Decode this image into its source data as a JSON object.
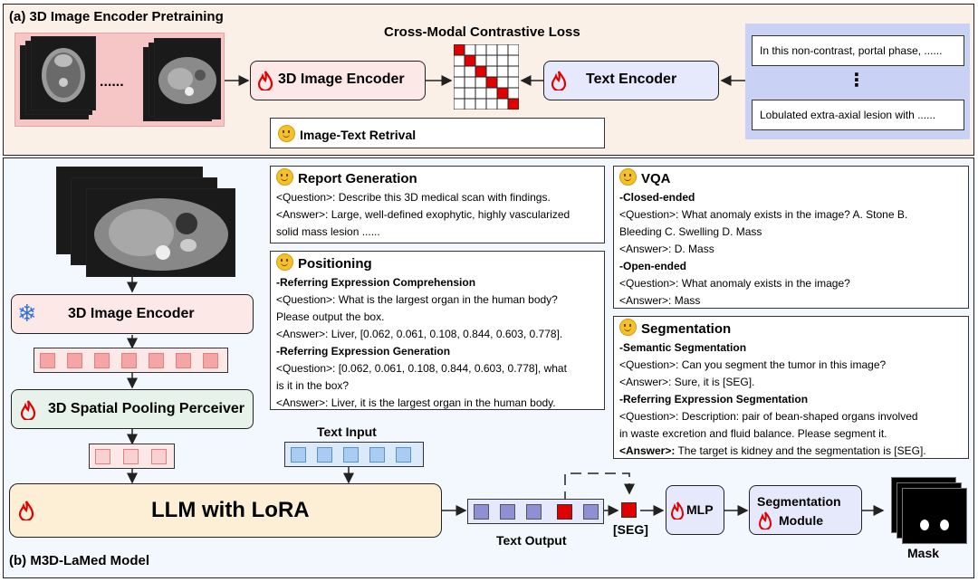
{
  "panel_a": {
    "title": "(a) 3D Image Encoder Pretraining",
    "loss_title": "Cross-Modal Contrastive Loss",
    "image_encoder": "3D Image Encoder",
    "text_encoder": "Text Encoder",
    "dots": "......",
    "retrieval": "Image-Text Retrival",
    "texts": [
      "In this non-contrast, portal phase, ......",
      "Lobulated extra-axial lesion with ......"
    ],
    "vdots": "⋮"
  },
  "panel_b": {
    "title": "(b) M3D-LaMed Model",
    "image_encoder": "3D Image Encoder",
    "perceiver": "3D Spatial Pooling Perceiver",
    "llm": "LLM with LoRA",
    "text_input": "Text Input",
    "text_output": "Text Output",
    "seg_token": "[SEG]",
    "mlp": "MLP",
    "seg_module": [
      "Segmentation",
      "Module"
    ],
    "mask": "Mask"
  },
  "report": {
    "title": "Report Generation",
    "lines": [
      "<Question>: Describe this 3D medical scan with findings.",
      "<Answer>: Large, well-defined exophytic, highly vascularized",
      "solid mass lesion ......"
    ]
  },
  "positioning": {
    "title": "Positioning",
    "sub1": "-Referring Expression Comprehension",
    "lines1": [
      "<Question>: What is the largest organ in the human body?",
      "Please output the box.",
      "<Answer>: Liver, [0.062, 0.061, 0.108, 0.844, 0.603, 0.778]."
    ],
    "sub2": "-Referring Expression Generation",
    "lines2": [
      "<Question>: [0.062, 0.061, 0.108, 0.844, 0.603, 0.778], what",
      "is it in the box?",
      "<Answer>: Liver, it is the largest organ in the human body."
    ]
  },
  "vqa": {
    "title": "VQA",
    "sub1": "-Closed-ended",
    "lines1": [
      "<Question>: What anomaly exists in the image? A. Stone B.",
      "Bleeding C. Swelling D. Mass",
      "<Answer>: D. Mass"
    ],
    "sub2": "-Open-ended",
    "lines2": [
      "<Question>:  What anomaly exists in the image?",
      "<Answer>:  Mass"
    ]
  },
  "segmentation": {
    "title": "Segmentation",
    "sub1": "-Semantic Segmentation",
    "lines1": [
      "<Question>: Can you segment the tumor in this image?",
      "<Answer>: Sure, it is [SEG]."
    ],
    "sub2": "-Referring Expression Segmentation",
    "lines2": [
      "<Question>: Description: pair of bean-shaped organs involved",
      "in waste excretion and fluid balance. Please segment it."
    ],
    "answer_label": "<Answer>:",
    "answer_text": " The target is kidney and the segmentation  is [SEG]."
  },
  "colors": {
    "panel_a_bg": "#fbf0e8",
    "panel_b_bg": "#f2f8fd",
    "pink_box": "#fde8e8",
    "green_box": "#e7f3ea",
    "orange_box": "#fdefd6",
    "blue_box": "#e6e8fb",
    "token_red": "#f4a6a6",
    "token_blue": "#a9cdf2",
    "token_purple": "#8f8fd6",
    "seg_red": "#e00000"
  }
}
